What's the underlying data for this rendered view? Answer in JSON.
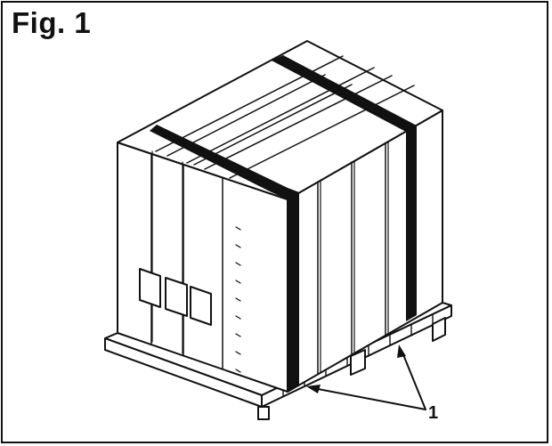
{
  "figure": {
    "title": "Fig. 1",
    "callout_label": "1"
  },
  "colors": {
    "line": "#111111",
    "strap": "#111111",
    "background": "#ffffff"
  },
  "icons": {
    "illustration": "crated-package-on-pallet"
  }
}
